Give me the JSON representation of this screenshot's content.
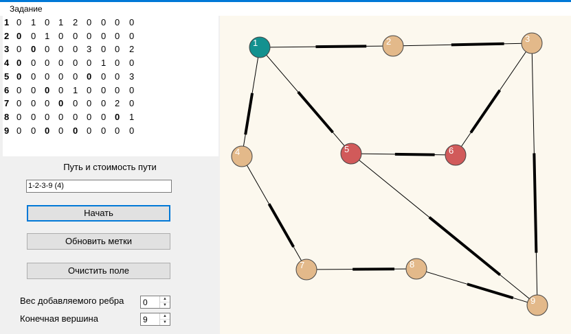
{
  "menu": {
    "task_label": "Задание"
  },
  "matrix": {
    "rows": [
      {
        "label": "1",
        "cells": [
          {
            "v": "0"
          },
          {
            "v": "1"
          },
          {
            "v": "0"
          },
          {
            "v": "1"
          },
          {
            "v": "2"
          },
          {
            "v": "0"
          },
          {
            "v": "0"
          },
          {
            "v": "0"
          },
          {
            "v": "0"
          }
        ]
      },
      {
        "label": "2",
        "cells": [
          {
            "v": "0",
            "b": true
          },
          {
            "v": "0"
          },
          {
            "v": "1"
          },
          {
            "v": "0"
          },
          {
            "v": "0"
          },
          {
            "v": "0"
          },
          {
            "v": "0"
          },
          {
            "v": "0"
          },
          {
            "v": "0"
          }
        ]
      },
      {
        "label": "3",
        "cells": [
          {
            "v": "0"
          },
          {
            "v": "0",
            "b": true
          },
          {
            "v": "0"
          },
          {
            "v": "0"
          },
          {
            "v": "0"
          },
          {
            "v": "3"
          },
          {
            "v": "0"
          },
          {
            "v": "0"
          },
          {
            "v": "2"
          }
        ]
      },
      {
        "label": "4",
        "cells": [
          {
            "v": "0",
            "b": true
          },
          {
            "v": "0"
          },
          {
            "v": "0"
          },
          {
            "v": "0"
          },
          {
            "v": "0"
          },
          {
            "v": "0"
          },
          {
            "v": "1"
          },
          {
            "v": "0"
          },
          {
            "v": "0"
          }
        ]
      },
      {
        "label": "5",
        "cells": [
          {
            "v": "0",
            "b": true
          },
          {
            "v": "0"
          },
          {
            "v": "0"
          },
          {
            "v": "0"
          },
          {
            "v": "0"
          },
          {
            "v": "0",
            "b": true
          },
          {
            "v": "0"
          },
          {
            "v": "0"
          },
          {
            "v": "3"
          }
        ]
      },
      {
        "label": "6",
        "cells": [
          {
            "v": "0"
          },
          {
            "v": "0"
          },
          {
            "v": "0",
            "b": true
          },
          {
            "v": "0"
          },
          {
            "v": "1"
          },
          {
            "v": "0"
          },
          {
            "v": "0"
          },
          {
            "v": "0"
          },
          {
            "v": "0"
          }
        ]
      },
      {
        "label": "7",
        "cells": [
          {
            "v": "0"
          },
          {
            "v": "0"
          },
          {
            "v": "0"
          },
          {
            "v": "0",
            "b": true
          },
          {
            "v": "0"
          },
          {
            "v": "0"
          },
          {
            "v": "0"
          },
          {
            "v": "2"
          },
          {
            "v": "0"
          }
        ]
      },
      {
        "label": "8",
        "cells": [
          {
            "v": "0"
          },
          {
            "v": "0"
          },
          {
            "v": "0"
          },
          {
            "v": "0"
          },
          {
            "v": "0"
          },
          {
            "v": "0"
          },
          {
            "v": "0"
          },
          {
            "v": "0",
            "b": true
          },
          {
            "v": "1"
          }
        ]
      },
      {
        "label": "9",
        "cells": [
          {
            "v": "0"
          },
          {
            "v": "0"
          },
          {
            "v": "0",
            "b": true
          },
          {
            "v": "0"
          },
          {
            "v": "0",
            "b": true
          },
          {
            "v": "0"
          },
          {
            "v": "0"
          },
          {
            "v": "0"
          },
          {
            "v": "0"
          }
        ]
      }
    ]
  },
  "path": {
    "label": "Путь и стоимость пути",
    "value": "1-2-3-9 (4)"
  },
  "buttons": {
    "start": "Начать",
    "refresh": "Обновить метки",
    "clear": "Очистить поле"
  },
  "fields": {
    "weight_label": "Вес добавляемого ребра",
    "weight_value": "0",
    "end_label": "Конечная вершина",
    "end_value": "9"
  },
  "graph": {
    "colors": {
      "start": "#13918f",
      "visited": "#d15a5a",
      "default": "#e3b98a"
    },
    "nodes": [
      {
        "id": "1",
        "state": "start"
      },
      {
        "id": "2",
        "state": "default"
      },
      {
        "id": "3",
        "state": "default"
      },
      {
        "id": "4",
        "state": "default"
      },
      {
        "id": "5",
        "state": "visited"
      },
      {
        "id": "6",
        "state": "visited"
      },
      {
        "id": "7",
        "state": "default"
      },
      {
        "id": "8",
        "state": "default"
      },
      {
        "id": "9",
        "state": "default"
      }
    ],
    "edges": [
      {
        "from": "1",
        "to": "2"
      },
      {
        "from": "2",
        "to": "3"
      },
      {
        "from": "1",
        "to": "4"
      },
      {
        "from": "1",
        "to": "5"
      },
      {
        "from": "3",
        "to": "6"
      },
      {
        "from": "3",
        "to": "9"
      },
      {
        "from": "4",
        "to": "7"
      },
      {
        "from": "5",
        "to": "6"
      },
      {
        "from": "5",
        "to": "9"
      },
      {
        "from": "7",
        "to": "8"
      },
      {
        "from": "8",
        "to": "9"
      }
    ]
  }
}
